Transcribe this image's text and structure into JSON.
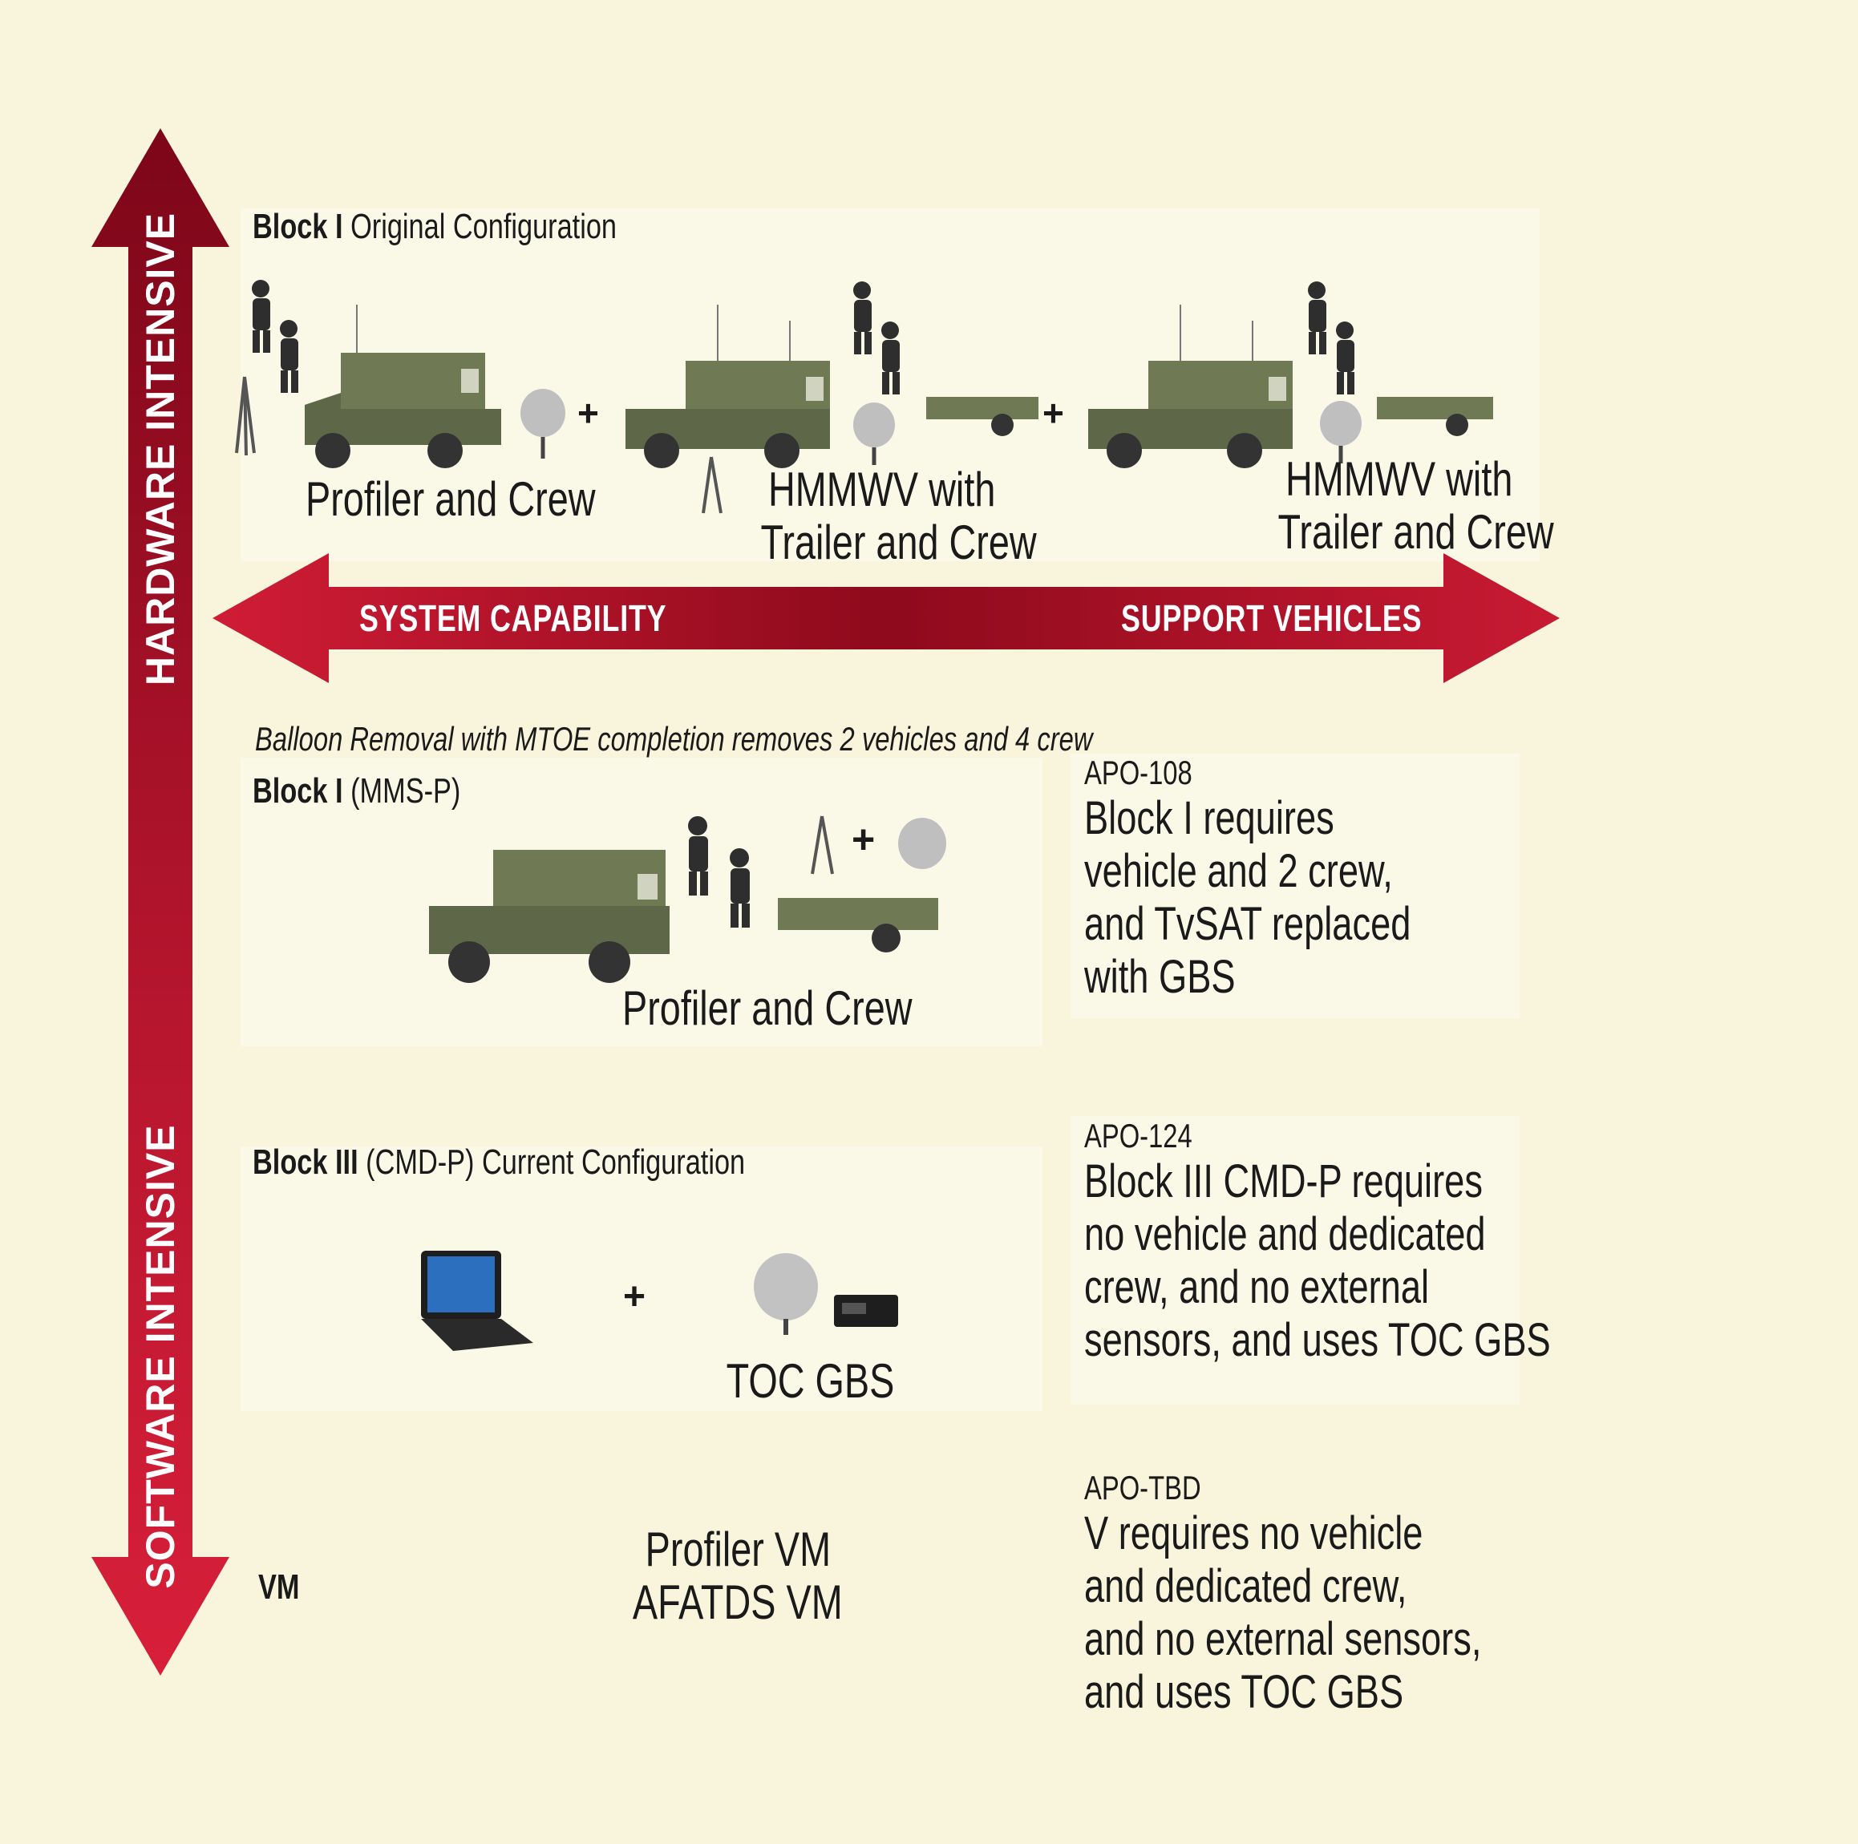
{
  "axes": {
    "vertical_top": "HARDWARE INTENSIVE",
    "vertical_bottom": "SOFTWARE INTENSIVE",
    "horizontal_left": "SYSTEM CAPABILITY",
    "horizontal_right": "SUPPORT VEHICLES"
  },
  "block1_original": {
    "title_bold": "Block I",
    "title_rest": "Original Configuration",
    "items": [
      {
        "caption": "Profiler and Crew"
      },
      {
        "caption_line1": "HMMWV with",
        "caption_line2": "Trailer and Crew"
      },
      {
        "caption_line1": "HMMWV with",
        "caption_line2": "Trailer and Crew"
      }
    ],
    "plus": "+"
  },
  "balloon_note": "Balloon Removal with MTOE completion removes 2 vehicles and 4 crew",
  "block1_mmsp": {
    "title_bold": "Block I",
    "title_rest": "(MMS-P)",
    "caption": "Profiler and Crew",
    "plus": "+"
  },
  "block3": {
    "title_bold": "Block III",
    "title_rest": "(CMD-P) Current Configuration",
    "caption": "TOC GBS",
    "plus": "+"
  },
  "vm": {
    "label": "VM",
    "line1": "Profiler VM",
    "line2": "AFATDS VM"
  },
  "notes": [
    {
      "code": "APO-108",
      "lines": [
        "Block I requires",
        "vehicle and 2 crew,",
        "and TvSAT replaced",
        "with GBS"
      ]
    },
    {
      "code": "APO-124",
      "lines": [
        "Block III CMD-P requires",
        "no vehicle and dedicated",
        "crew, and no external",
        "sensors, and uses TOC GBS"
      ]
    },
    {
      "code": "APO-TBD",
      "lines": [
        "V requires no vehicle",
        "and dedicated crew,",
        "and no external sensors,",
        "and uses TOC GBS"
      ]
    }
  ],
  "colors": {
    "background": "#f8f5dc",
    "arrow_dark": "#8e0a1c",
    "arrow_light": "#d01c36",
    "vehicle_green": "#6f7a55"
  }
}
